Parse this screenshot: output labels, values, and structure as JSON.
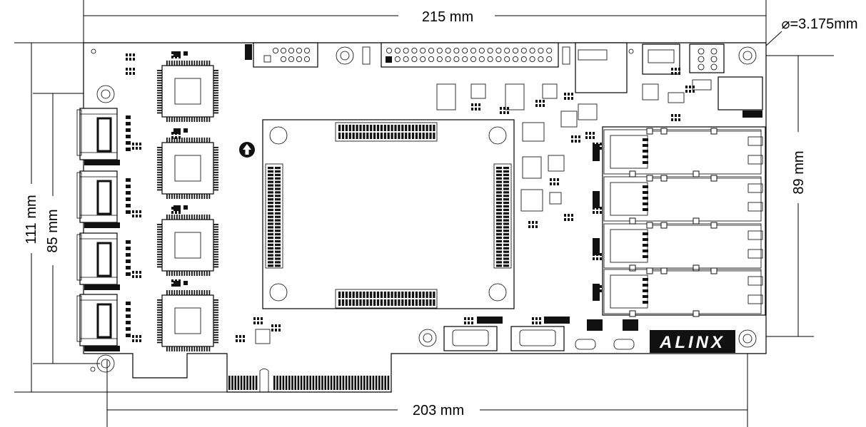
{
  "dimensions": {
    "width_top": "215 mm",
    "hole_diameter": "⌀=3.175mm",
    "height_left_outer": "111 mm",
    "height_left_inner": "85 mm",
    "height_right": "89 mm",
    "width_bottom": "203 mm"
  },
  "board": {
    "logo_text": "ALINX"
  }
}
